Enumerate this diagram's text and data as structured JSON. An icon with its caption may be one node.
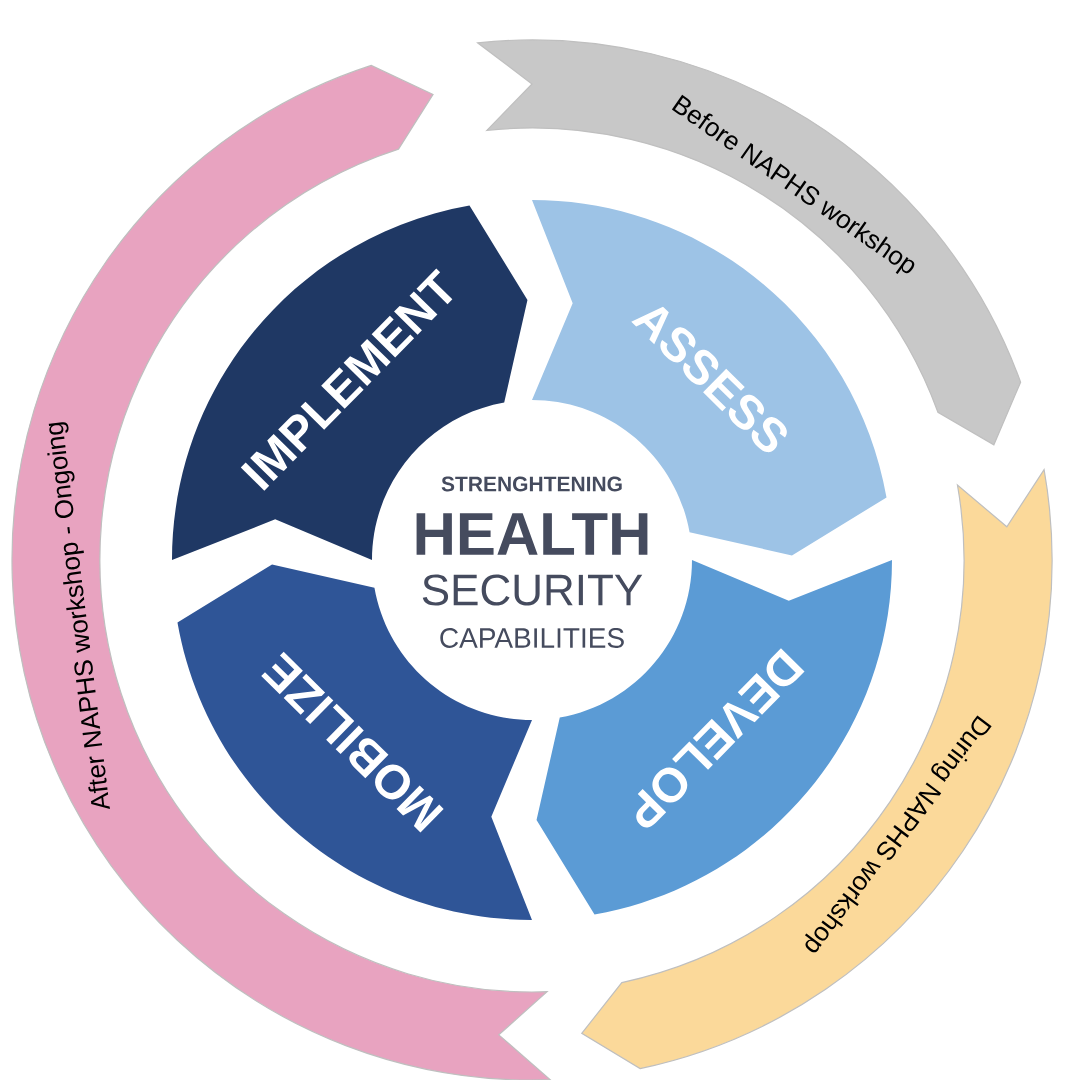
{
  "diagram": {
    "nodes": [
      {
        "text": [
          "Before NAPHS workshop"
        ]
      },
      {
        "text": [
          "During NAPHS workshop"
        ]
      },
      {
        "text": [
          "After NAPHS workshop - Ongoing"
        ]
      },
      {
        "text": [
          "ASSESS"
        ]
      },
      {
        "text": [
          "DEVELOP"
        ]
      },
      {
        "text": [
          "MOBILIZE"
        ]
      },
      {
        "text": [
          "IMPLEMENT"
        ]
      },
      {
        "text": [
          "STRENGHTENING",
          "HEALTH",
          "SECURITY",
          "CAPABILITIES"
        ]
      }
    ]
  }
}
